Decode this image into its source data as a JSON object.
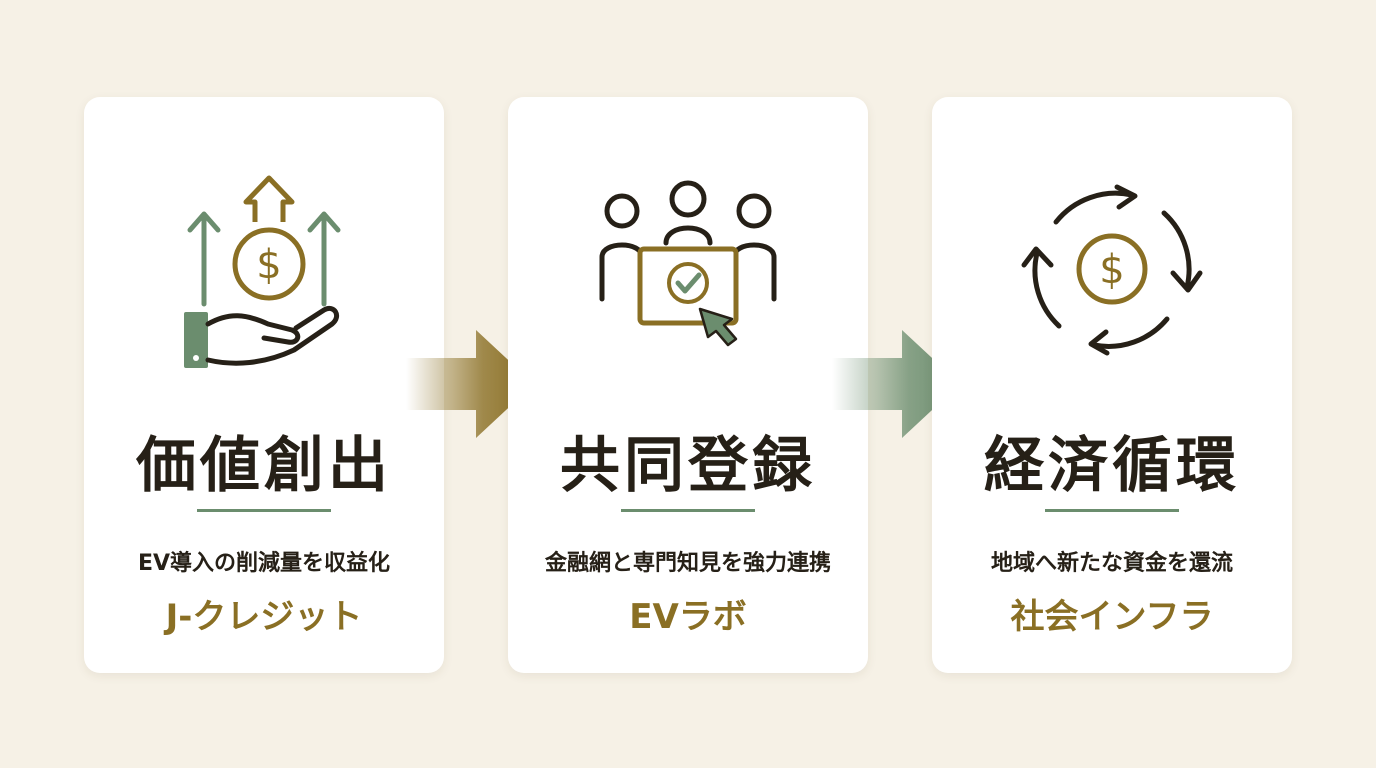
{
  "steps": [
    {
      "title": "価値創出",
      "description": "EV導入の削減量を収益化",
      "keyword": "J-クレジット",
      "icon": "hand-coin-growth-icon"
    },
    {
      "title": "共同登録",
      "description": "金融網と専門知見を強力連携",
      "keyword": "EVラボ",
      "icon": "team-check-icon"
    },
    {
      "title": "経済循環",
      "description": "地域へ新たな資金を還流",
      "keyword": "社会インフラ",
      "icon": "coin-cycle-icon"
    }
  ],
  "colors": {
    "background": "#f6f1e6",
    "card": "#ffffff",
    "dark": "#262017",
    "gold": "#8a6f24",
    "green": "#6b8d6e"
  }
}
